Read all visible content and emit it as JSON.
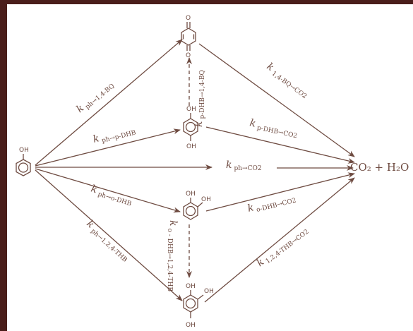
{
  "molecules": {
    "phenol": {
      "group": "OH"
    },
    "p_benzoquinone": {
      "o_top": "O",
      "o_bottom": "O"
    },
    "p_dhb": {
      "oh_top": "OH",
      "oh_bottom": "OH"
    },
    "o_dhb": {
      "oh_a": "OH",
      "oh_b": "OH"
    },
    "thb": {
      "oh_a": "OH",
      "oh_b": "OH",
      "oh_c": "OH"
    }
  },
  "products": {
    "text": "CO₂ + H₂O"
  },
  "rate_constants": {
    "ph_14bq": {
      "k": "k",
      "sub": "ph→1,4-BQ"
    },
    "ph_pdhb": {
      "k": "k",
      "sub": "ph→p-DHB"
    },
    "ph_co2": {
      "k": "k",
      "sub": "ph→CO2"
    },
    "ph_odhb": {
      "k": "k",
      "sub": "ph→o-DHB"
    },
    "ph_thb": {
      "k": "k",
      "sub": "ph→1,2,4-THB"
    },
    "pdhb_14bq": {
      "k": "k",
      "sub": "p-DHB→1,4-BQ"
    },
    "odhb_thb": {
      "k": "k",
      "sub": "o - DHB→1,2,4-THB"
    },
    "bq_co2": {
      "k": "k",
      "sub": "1,4-BQ→CO2"
    },
    "pdhb_co2": {
      "k": "k",
      "sub": "p-DHB→CO2"
    },
    "odhb_co2": {
      "k": "k",
      "sub": "o-DHB→CO2"
    },
    "thb_co2": {
      "k": "k",
      "sub": "1,2,4-THB→CO2"
    }
  }
}
